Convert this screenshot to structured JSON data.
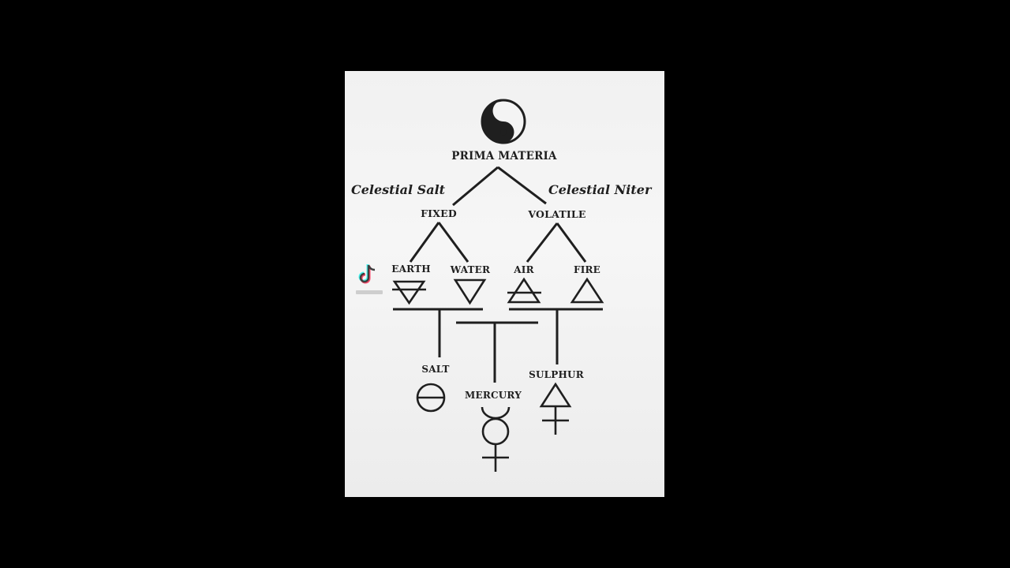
{
  "diagram": {
    "root": "PRIMA MATERIA",
    "left_annotation": "Celestial Salt",
    "right_annotation": "Celestial Niter",
    "branches": {
      "fixed": "FIXED",
      "volatile": "VOLATILE"
    },
    "elements": {
      "earth": "EARTH",
      "water": "WATER",
      "air": "AIR",
      "fire": "FIRE"
    },
    "principles": {
      "salt": "SALT",
      "mercury": "MERCURY",
      "sulphur": "SULPHUR"
    },
    "icons": {
      "root_symbol": "yin-yang-icon",
      "earth_symbol": "earth-triangle-icon",
      "water_symbol": "water-triangle-icon",
      "air_symbol": "air-triangle-icon",
      "fire_symbol": "fire-triangle-icon",
      "salt_symbol": "salt-symbol-icon",
      "mercury_symbol": "mercury-symbol-icon",
      "sulphur_symbol": "sulphur-symbol-icon"
    },
    "colors": {
      "ink": "#1f1f1f",
      "paper": "#f2f2f2",
      "background": "#000000"
    }
  },
  "watermark": {
    "icon": "tiktok-logo-icon"
  }
}
